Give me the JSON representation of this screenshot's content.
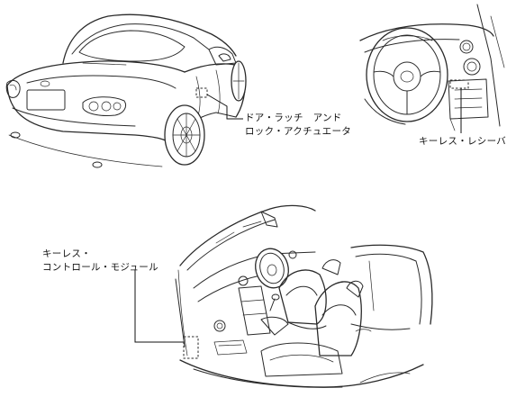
{
  "labels": {
    "door_latch_line1": "ドア・ラッチ　アンド",
    "door_latch_line2": "ロック・アクチュエータ",
    "keyless_receiver": "キーレス・レシーバ",
    "keyless_module_line1": "キーレス・",
    "keyless_module_line2": "コントロール・モジュール"
  }
}
